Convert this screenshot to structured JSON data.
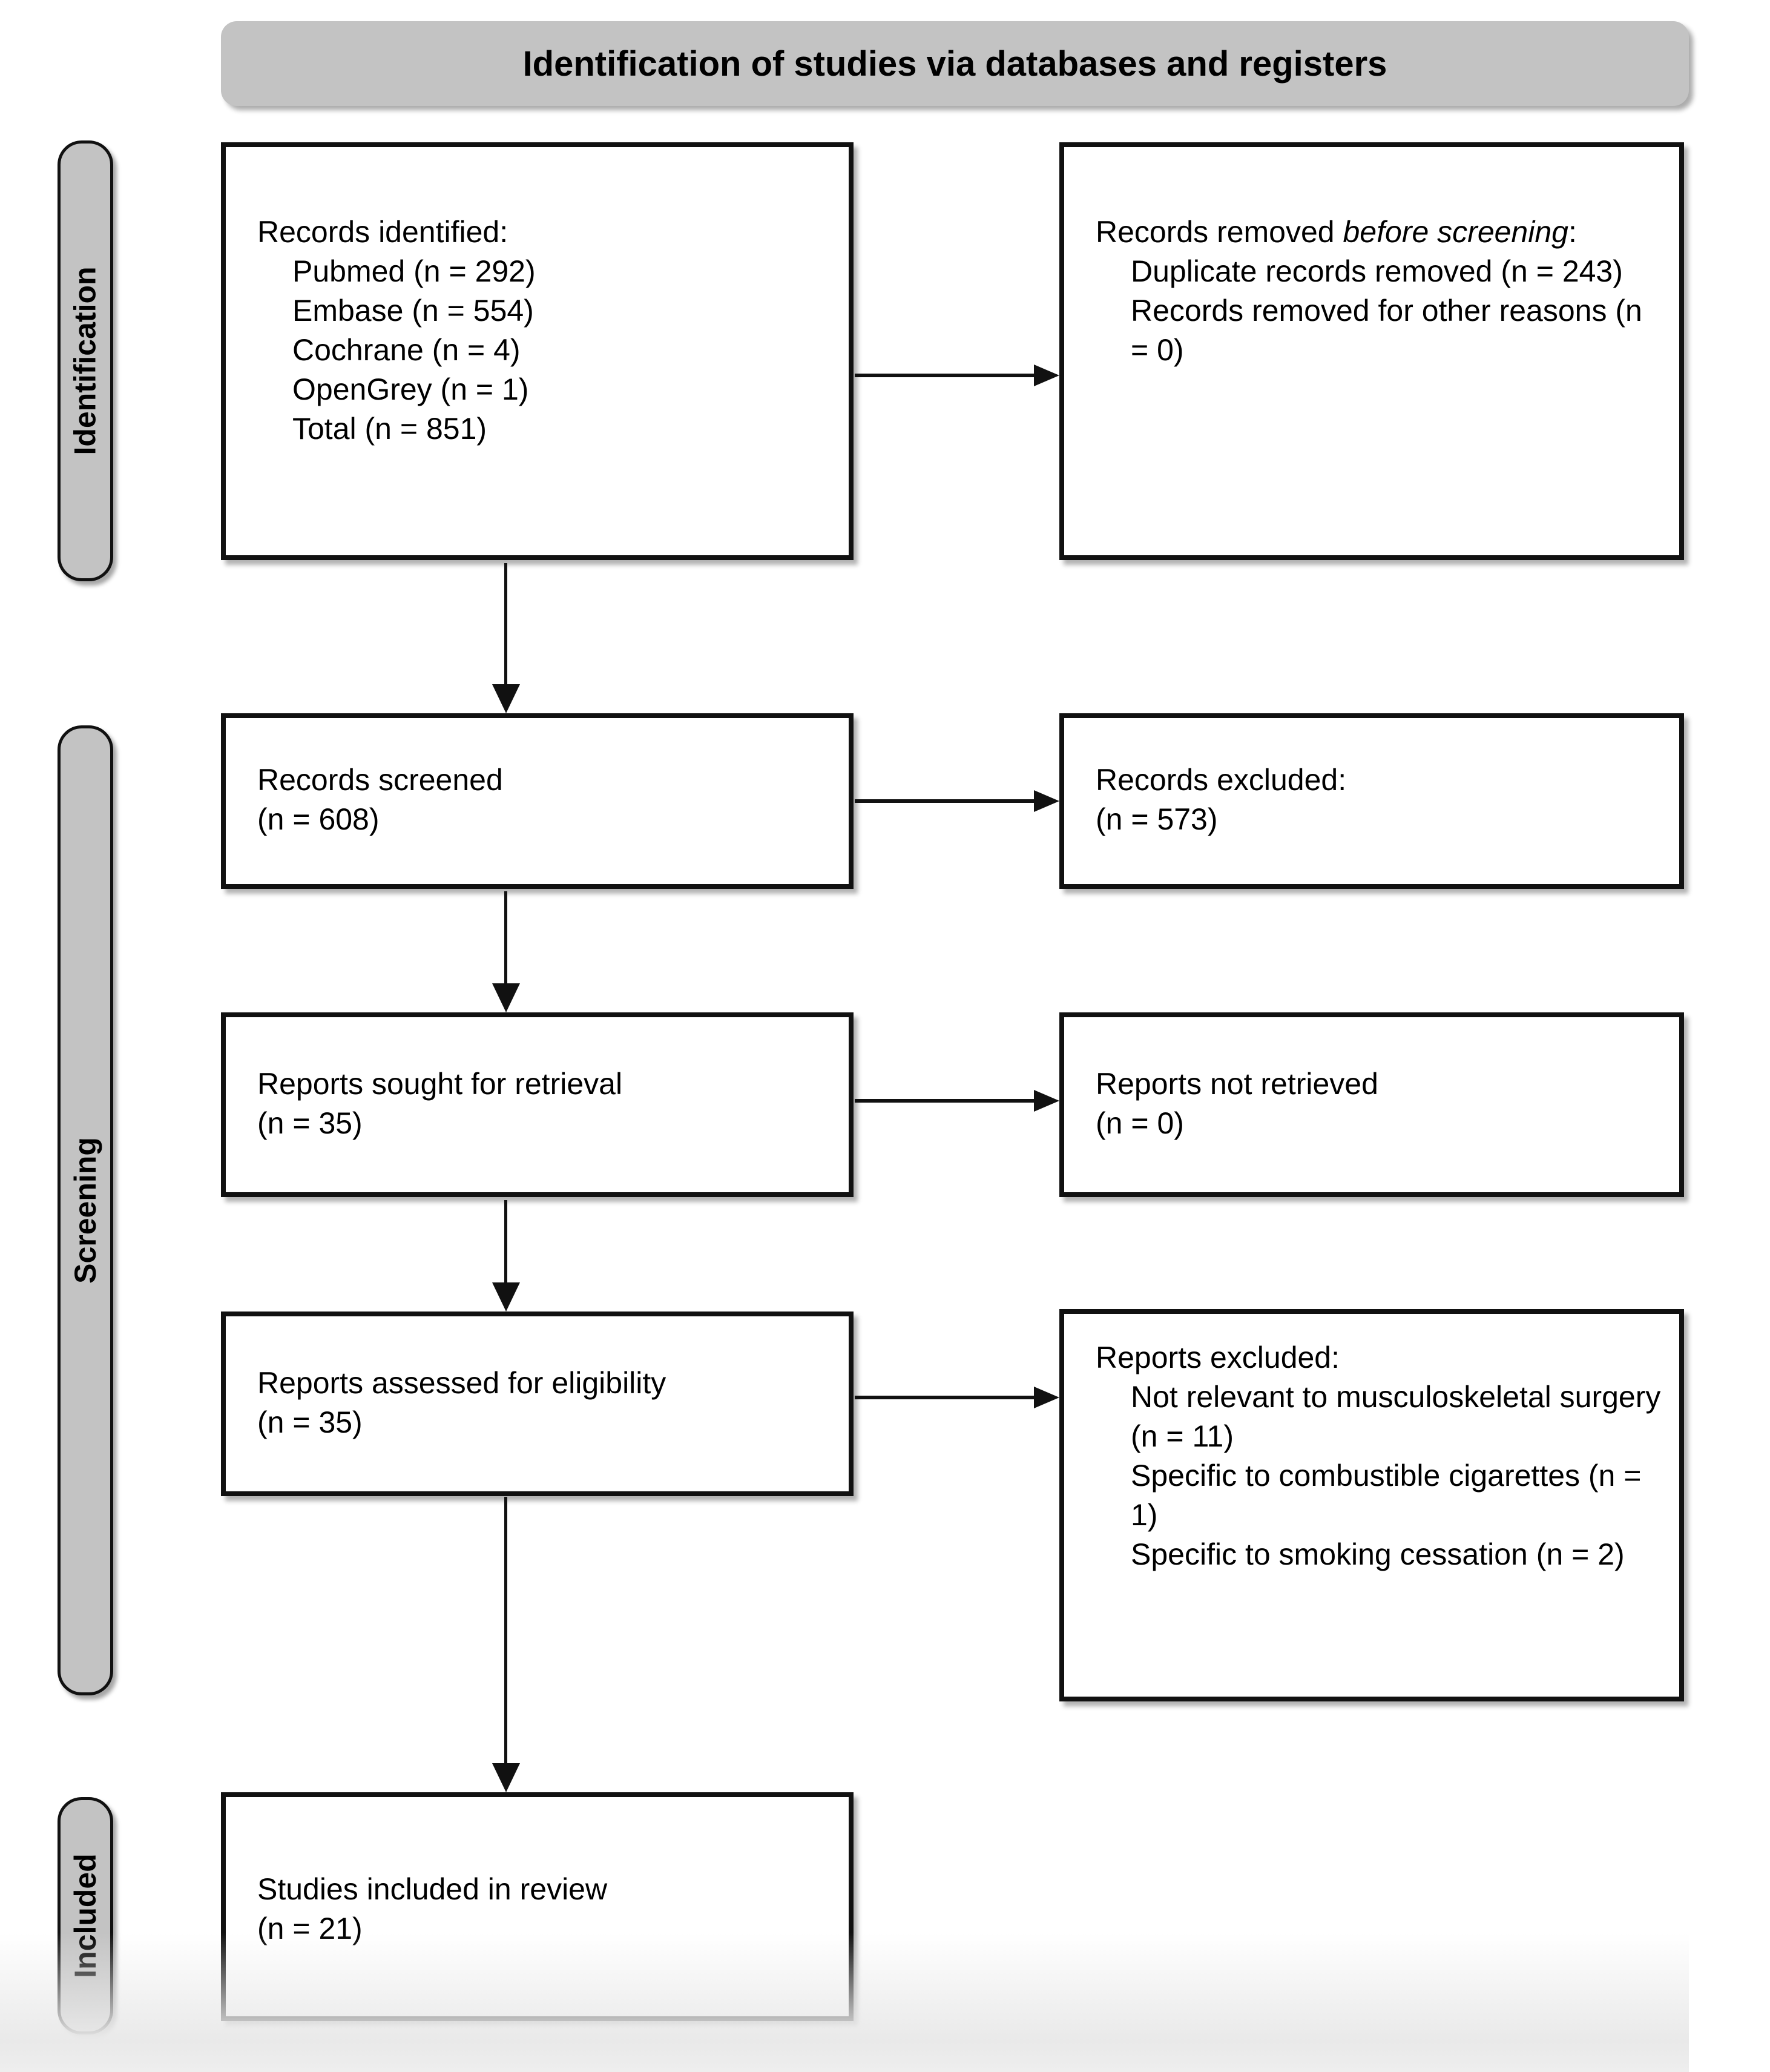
{
  "figure": {
    "type": "prisma-flow-diagram",
    "banner_title": "Identification of studies via databases and registers"
  },
  "stages": [
    {
      "id": "identification",
      "label": "Identification"
    },
    {
      "id": "screening",
      "label": "Screening"
    },
    {
      "id": "included",
      "label": "Included"
    }
  ],
  "boxes": {
    "identified": {
      "heading": "Records identified:",
      "items": [
        "Pubmed (n = 292)",
        "Embase (n = 554)",
        "Cochrane (n = 4)",
        "OpenGrey (n = 1)",
        "Total (n = 851)"
      ]
    },
    "removed_before_screening": {
      "heading_plain": "Records removed ",
      "heading_italic": "before screening",
      "heading_colon": ":",
      "items": [
        "Duplicate records removed (n = 243)",
        "Records removed for other reasons (n = 0)"
      ]
    },
    "screened": {
      "line1": "Records screened",
      "line2": "(n = 608)"
    },
    "excluded": {
      "line1": "Records excluded:",
      "line2": "(n = 573)"
    },
    "sought": {
      "line1": "Reports sought for retrieval",
      "line2": "(n = 35)"
    },
    "not_retrieved": {
      "line1": "Reports not retrieved",
      "line2": "(n = 0)"
    },
    "assessed": {
      "line1": "Reports assessed for eligibility",
      "line2": "(n = 35)"
    },
    "reports_excluded": {
      "heading": "Reports excluded:",
      "items": [
        "Not relevant to musculoskeletal surgery (n = 11)",
        "Specific to combustible cigarettes (n = 1)",
        "Specific to smoking cessation (n = 2)"
      ]
    },
    "included": {
      "line1": "Studies included in review",
      "line2": "(n = 21)"
    }
  },
  "chart_data": {
    "type": "table",
    "title": "Identification of studies via databases and registers",
    "flow": [
      {
        "stage": "Identification",
        "node": "Records identified",
        "n": 851,
        "breakdown": {
          "Pubmed": 292,
          "Embase": 554,
          "Cochrane": 4,
          "OpenGrey": 1
        }
      },
      {
        "stage": "Identification",
        "node": "Duplicate records removed",
        "n": 243
      },
      {
        "stage": "Identification",
        "node": "Records removed for other reasons",
        "n": 0
      },
      {
        "stage": "Screening",
        "node": "Records screened",
        "n": 608
      },
      {
        "stage": "Screening",
        "node": "Records excluded",
        "n": 573
      },
      {
        "stage": "Screening",
        "node": "Reports sought for retrieval",
        "n": 35
      },
      {
        "stage": "Screening",
        "node": "Reports not retrieved",
        "n": 0
      },
      {
        "stage": "Screening",
        "node": "Reports assessed for eligibility",
        "n": 35
      },
      {
        "stage": "Screening",
        "node": "Reports excluded: Not relevant to musculoskeletal surgery",
        "n": 11
      },
      {
        "stage": "Screening",
        "node": "Reports excluded: Specific to combustible cigarettes",
        "n": 1
      },
      {
        "stage": "Screening",
        "node": "Reports excluded: Specific to smoking cessation",
        "n": 2
      },
      {
        "stage": "Included",
        "node": "Studies included in review",
        "n": 21
      }
    ]
  },
  "colors": {
    "banner_fill": "#c3c3c3",
    "stage_fill": "#c3c3c3",
    "box_fill": "#ffffff",
    "stroke": "#111111",
    "text": "#000000"
  }
}
